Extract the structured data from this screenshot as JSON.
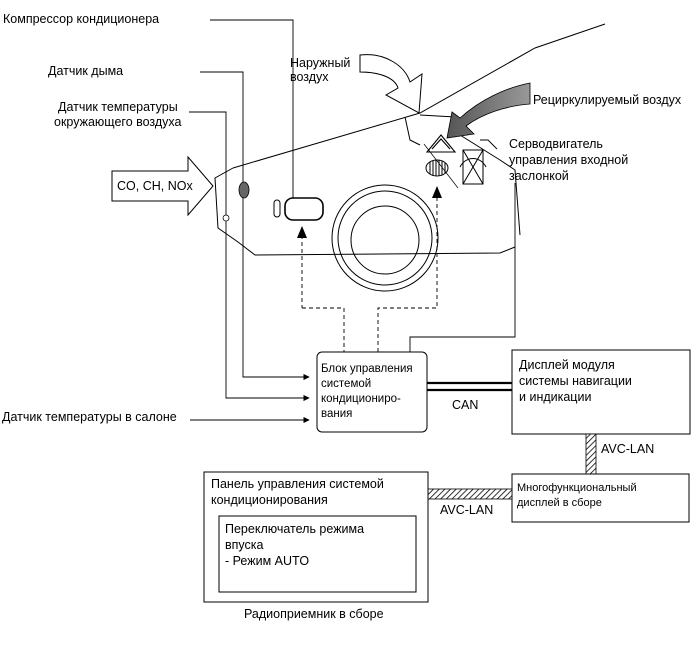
{
  "labels": {
    "compressor": "Компрессор кондиционера",
    "smoke_sensor": "Датчик дыма",
    "ambient_temp_line1": "Датчик температуры",
    "ambient_temp_line2": "окружающего воздуха",
    "outside_air_line1": "Наружный",
    "outside_air_line2": "воздух",
    "recirc_air": "Рециркулируемый воздух",
    "servo_line1": "Серводвигатель",
    "servo_line2": "управления входной",
    "servo_line3": "заслонкой",
    "gases": "CO, CH, NOx",
    "cabin_temp": "Датчик температуры в салоне",
    "ecu_line1": "Блок управления",
    "ecu_line2": "системой",
    "ecu_line3": "кондициониро-",
    "ecu_line4": "вания",
    "can": "CAN",
    "display_line1": "Дисплей модуля",
    "display_line2": "системы навигации",
    "display_line3": "и индикации",
    "avc_lan_vertical": "AVC-LAN",
    "avc_lan_horizontal": "AVC-LAN",
    "multi_line1": "Многофункциональный",
    "multi_line2": "дисплей в сборе",
    "panel_line1": "Панель управления системой",
    "panel_line2": "кондиционирования",
    "switch_line1": "Переключатель режима",
    "switch_line2": "впуска",
    "switch_line3": "- Режим AUTO",
    "radio": "Радиоприемник в сборе"
  }
}
